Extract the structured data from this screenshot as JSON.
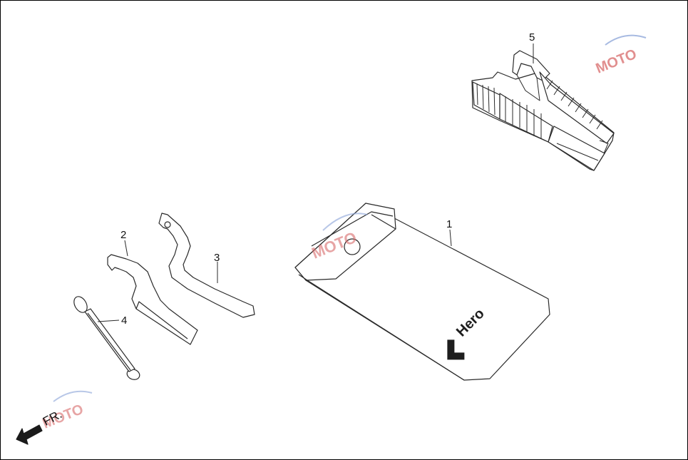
{
  "diagram": {
    "callouts": [
      {
        "id": "1",
        "label": "1"
      },
      {
        "id": "2",
        "label": "2"
      },
      {
        "id": "3",
        "label": "3"
      },
      {
        "id": "4",
        "label": "4"
      },
      {
        "id": "5",
        "label": "5"
      }
    ],
    "pouch_brand": "Hero",
    "direction_label": "FR.",
    "watermark_text": "MOTO"
  },
  "colors": {
    "line": "#2a2a2a",
    "fill": "#ffffff",
    "logo": "#1e1e1e",
    "watermark_red": "#d86a6a",
    "watermark_blue": "#8aa3d8"
  }
}
